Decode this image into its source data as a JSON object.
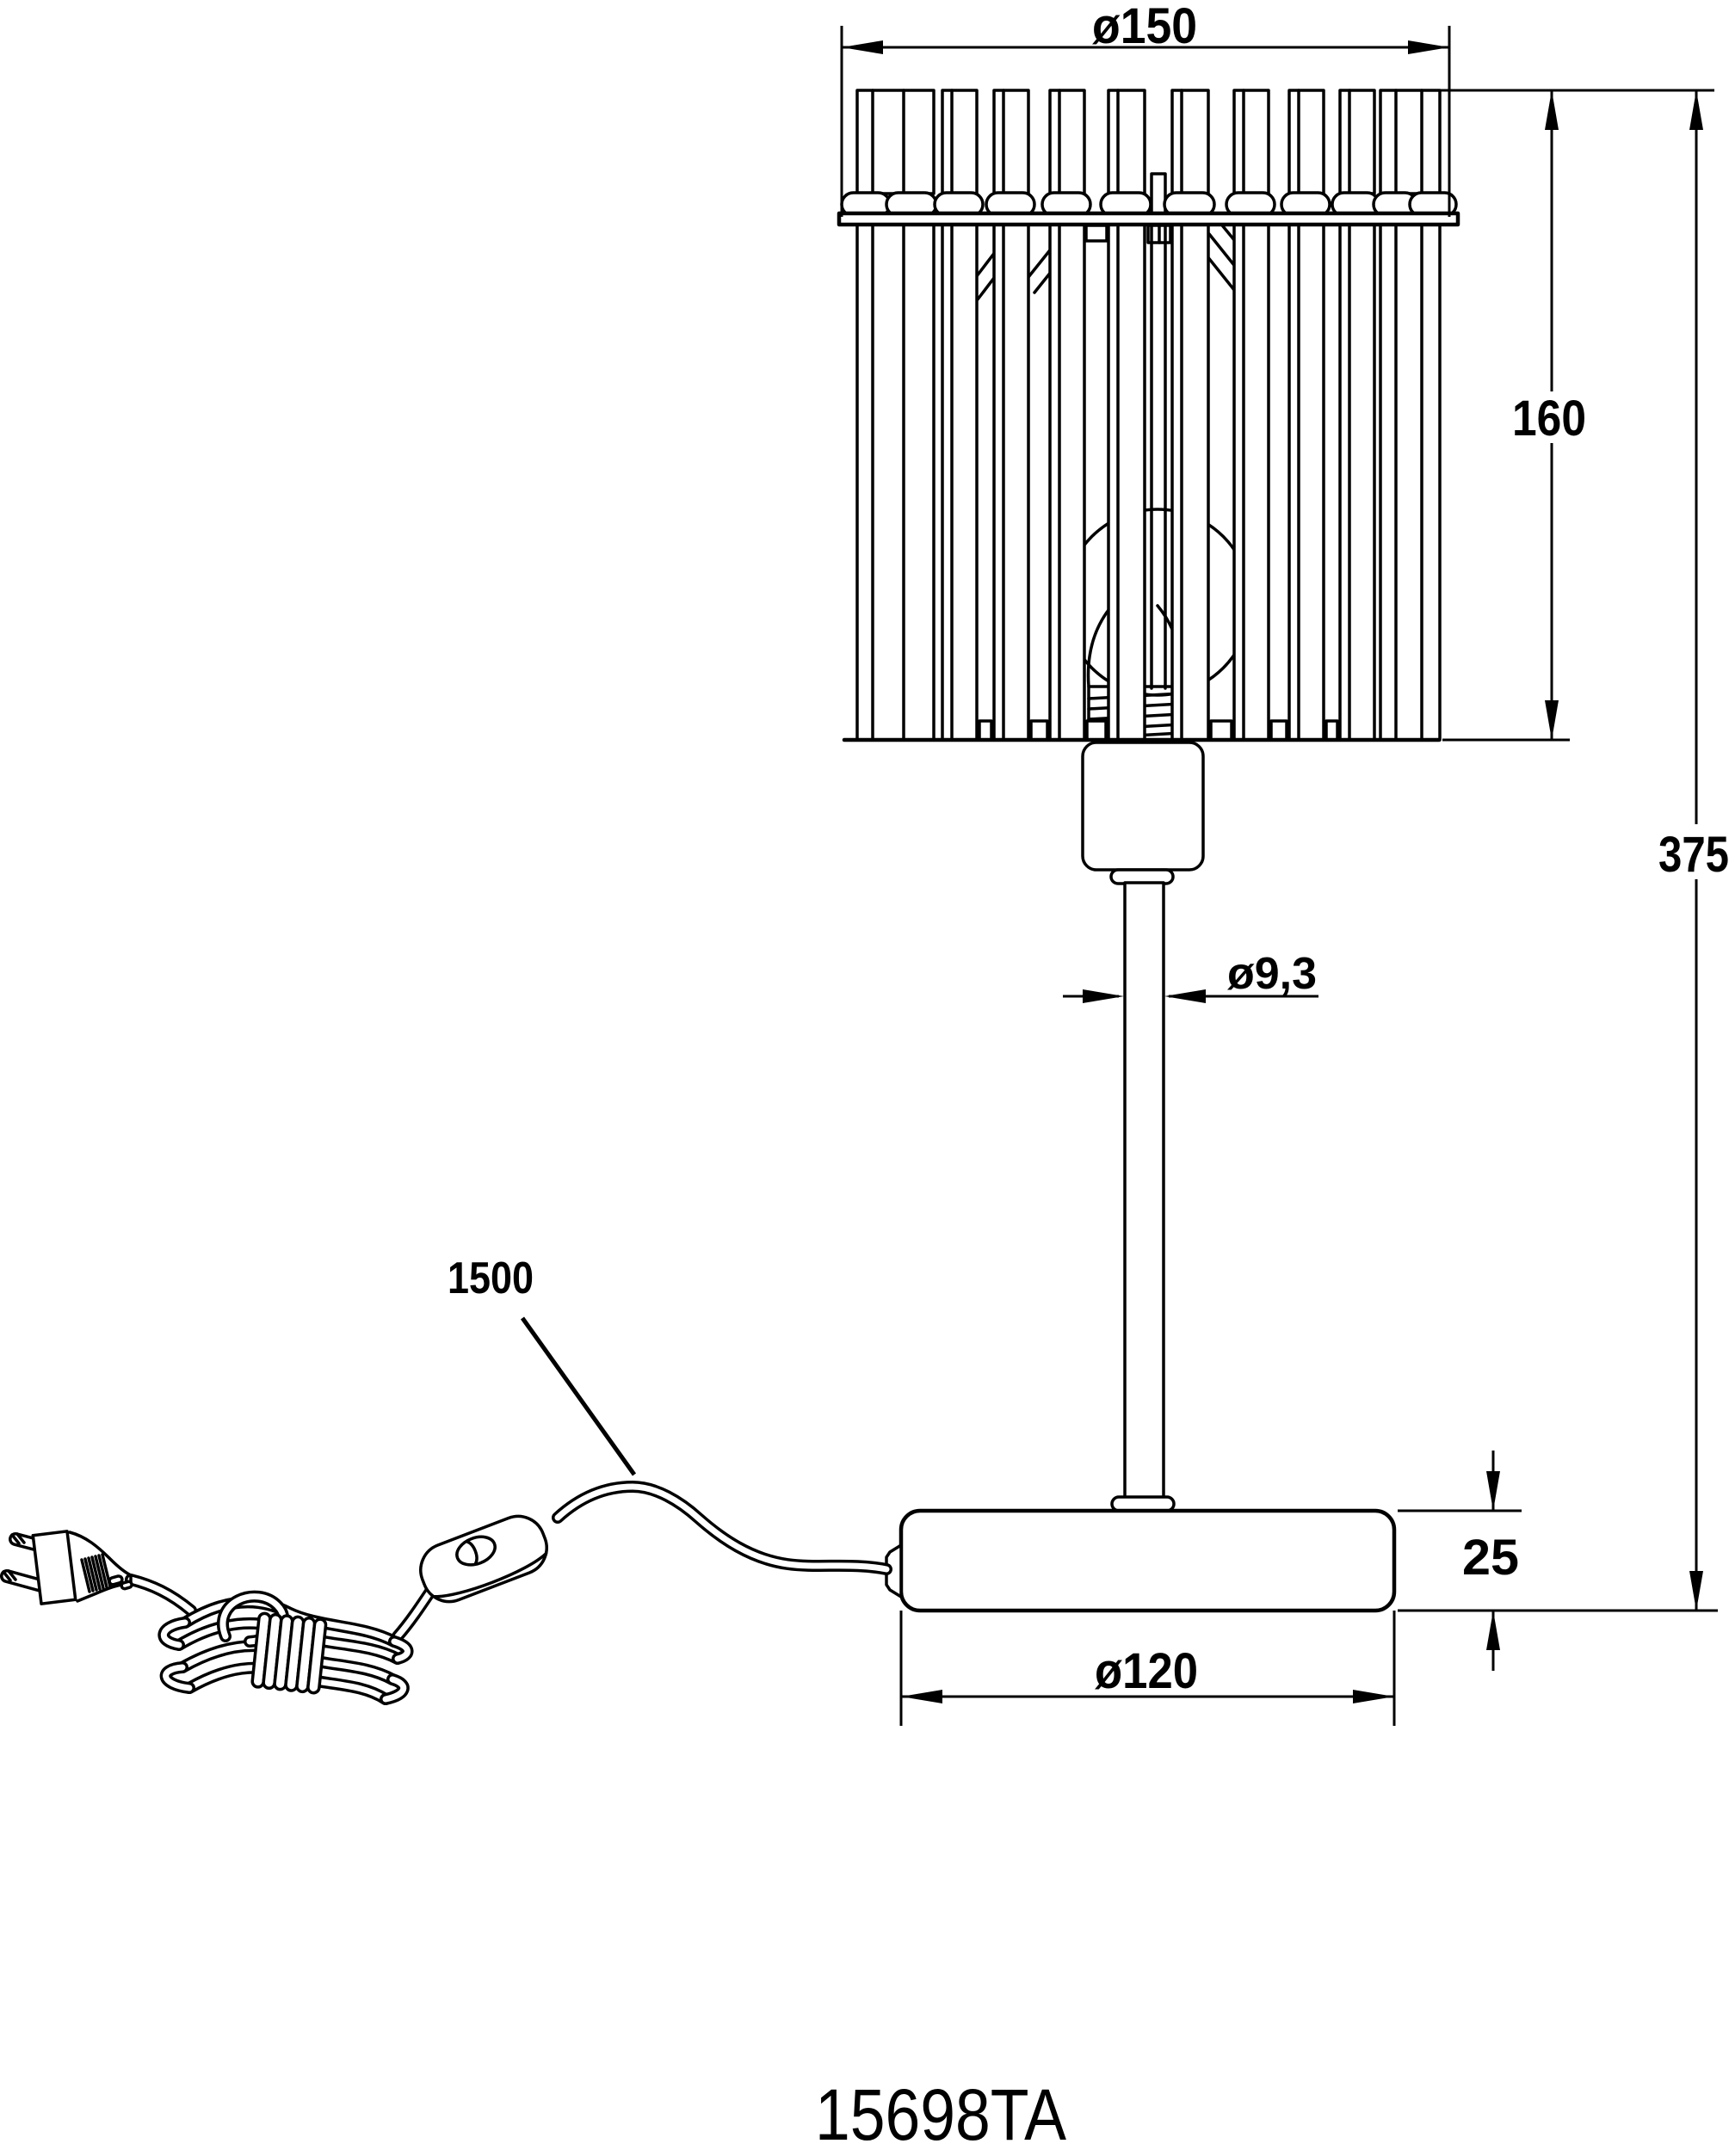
{
  "page": {
    "background": "#ffffff",
    "line_color": "#000000"
  },
  "product": {
    "model_number": "15698TA"
  },
  "dimensions": {
    "shade_diameter": {
      "label": "ø150"
    },
    "shade_height": {
      "label": "160"
    },
    "total_height": {
      "label": "375"
    },
    "stem_diameter": {
      "label": "ø9,3"
    },
    "cord_length": {
      "label": "1500"
    },
    "base_height": {
      "label": "25"
    },
    "base_diameter": {
      "label": "ø120"
    }
  }
}
